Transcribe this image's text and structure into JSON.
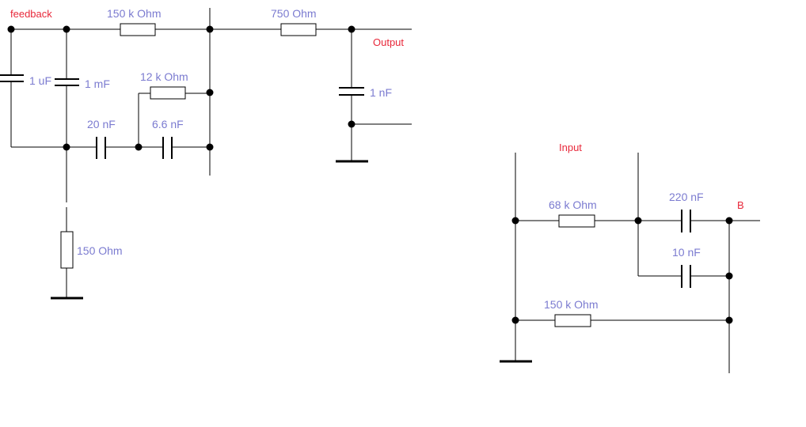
{
  "net_labels": {
    "feedback": "feedback",
    "output": "Output",
    "input": "Input",
    "b": "B"
  },
  "components": {
    "r_150k_top": "150 k Ohm",
    "r_750": "750  Ohm",
    "c_1uf": "1 uF",
    "c_1mf": "1 mF",
    "r_12k": "12 k Ohm",
    "c_20nf": "20 nF",
    "c_6_6nf": "6.6 nF",
    "c_1nf": "1 nF",
    "r_150": "150  Ohm",
    "r_68k": "68 k Ohm",
    "c_220nf": "220 nF",
    "c_10nf": "10 nF",
    "r_150k_bottom": "150 k Ohm"
  },
  "colors": {
    "value_text": "#7b7bd0",
    "net_text": "#e8283a",
    "wire": "#000000"
  }
}
